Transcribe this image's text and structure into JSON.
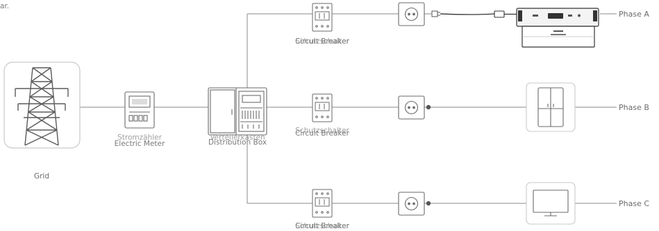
{
  "corner_text": "ar.",
  "grid": {
    "label": "Grid",
    "label_alt": "Grid"
  },
  "meter": {
    "label_de": "Stromzähler",
    "label_en": "Electric Meter"
  },
  "distribution": {
    "label_de": "Verteilerkasten",
    "label_en": "Distribution Box"
  },
  "breakers": [
    {
      "label_de": "Schutzschalter",
      "label_en": "Circuit Breaker"
    },
    {
      "label_de": "Schutzschalter",
      "label_en": "Circuit Breaker"
    },
    {
      "label_de": "Schutzschalter",
      "label_en": "Circuit Breaker"
    }
  ],
  "phases": [
    "Phase A",
    "Phase B",
    "Phase C"
  ],
  "icons": {
    "grid": "power-tower-icon",
    "meter": "electric-meter-icon",
    "distribution": "distribution-box-icon",
    "breaker": "circuit-breaker-icon",
    "socket": "wall-socket-icon",
    "plug": "plug-cable-icon",
    "battery": "power-station-icon",
    "fridge": "refrigerator-icon",
    "tv": "television-icon"
  }
}
